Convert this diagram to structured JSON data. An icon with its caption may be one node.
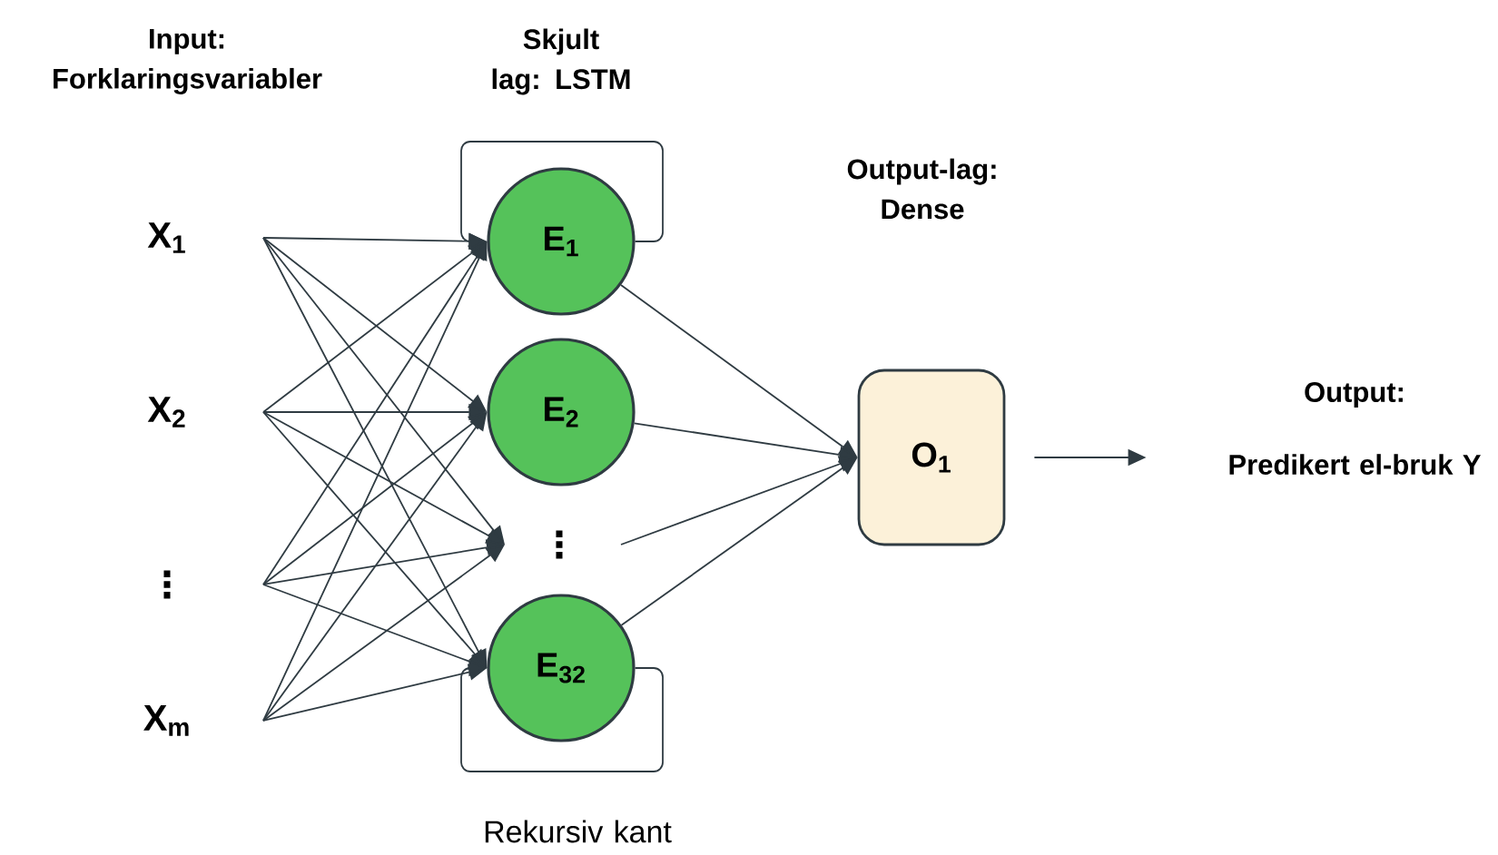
{
  "diagram": {
    "nodes": [
      {
        "text": [
          "X$_{1}$"
        ]
      },
      {
        "text": [
          "X$_{2}$"
        ]
      },
      {
        "text": [
          "⋮"
        ]
      },
      {
        "text": [
          "X$_{m}$"
        ]
      },
      {
        "text": [
          "E$_{1}$"
        ]
      },
      {
        "text": [
          "E$_{2}$"
        ]
      },
      {
        "text": [
          "⋮"
        ]
      },
      {
        "text": [
          "E$_{32}$"
        ]
      },
      {
        "text": [
          "O$_{1}$"
        ]
      },
      {
        "text": [
          "Output:",
          "Predikert el-bruk Y"
        ]
      }
    ],
    "edges": [
      {
        "from": 0,
        "to": 4,
        "arrow": "to"
      },
      {
        "from": 0,
        "to": 5,
        "arrow": "to"
      },
      {
        "from": 0,
        "to": 6,
        "arrow": "to"
      },
      {
        "from": 0,
        "to": 7,
        "arrow": "to"
      },
      {
        "from": 1,
        "to": 4,
        "arrow": "to"
      },
      {
        "from": 1,
        "to": 5,
        "arrow": "to"
      },
      {
        "from": 1,
        "to": 6,
        "arrow": "to"
      },
      {
        "from": 1,
        "to": 7,
        "arrow": "to"
      },
      {
        "from": 2,
        "to": 4,
        "arrow": "to"
      },
      {
        "from": 2,
        "to": 5,
        "arrow": "to"
      },
      {
        "from": 2,
        "to": 6,
        "arrow": "to"
      },
      {
        "from": 2,
        "to": 7,
        "arrow": "to"
      },
      {
        "from": 3,
        "to": 4,
        "arrow": "to"
      },
      {
        "from": 3,
        "to": 5,
        "arrow": "to"
      },
      {
        "from": 3,
        "to": 6,
        "arrow": "to"
      },
      {
        "from": 3,
        "to": 7,
        "arrow": "to"
      },
      {
        "from": 4,
        "to": 4,
        "arrow": "to"
      },
      {
        "from": 7,
        "to": 7,
        "arrow": "to"
      },
      {
        "from": 4,
        "to": 8,
        "arrow": "to"
      },
      {
        "from": 5,
        "to": 8,
        "arrow": "to"
      },
      {
        "from": 6,
        "to": 8,
        "arrow": "to"
      },
      {
        "from": 7,
        "to": 8,
        "arrow": "to"
      },
      {
        "from": 8,
        "to": 9,
        "arrow": "to"
      }
    ],
    "labels": [
      "Input: Forklaringsvariabler",
      "Skjult lag: LSTM",
      "Output-lag: Dense",
      "Rekursiv kant"
    ]
  }
}
